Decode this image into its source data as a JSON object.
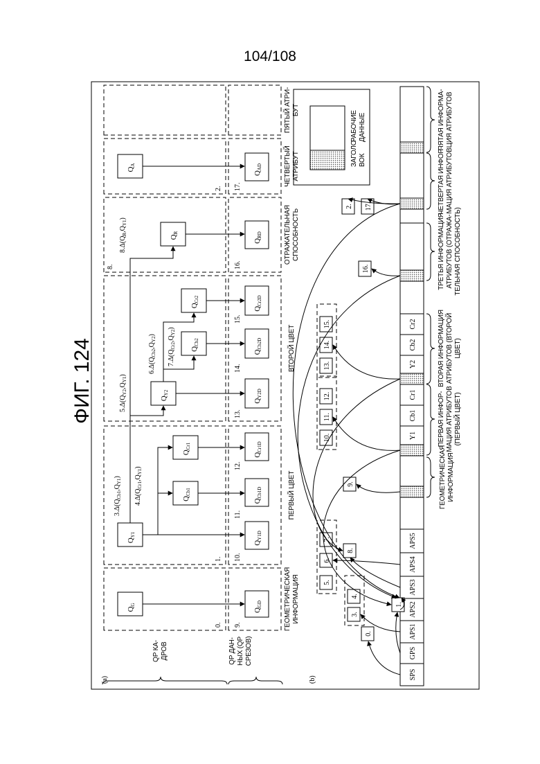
{
  "page_number": "104/108",
  "figure_title": "ФИГ. 124",
  "part_a": {
    "label": "(a)",
    "row_frame_qp": [
      "QP КА-",
      "ДРОВ"
    ],
    "row_data_qp": [
      "QP ДАН-",
      "НЫХ (QP",
      "СРЕЗОВ)"
    ],
    "columns": [
      {
        "id": "geo",
        "label": [
          "ГЕОМЕТРИЧЕСКАЯ",
          "ИНФОРМАЦИЯ"
        ],
        "frame_no": "0.",
        "data_no": "9."
      },
      {
        "id": "color1",
        "label": [
          "ПЕРВЫЙ ЦВЕТ"
        ],
        "frame_no": "1.",
        "data_nos": [
          "10.",
          "11.",
          "12."
        ]
      },
      {
        "id": "color2",
        "label": [
          "ВТОРОЙ ЦВЕТ"
        ],
        "data_nos": [
          "13.",
          "14.",
          "15."
        ]
      },
      {
        "id": "refl",
        "label": [
          "ОТРАЖАТЕЛЬНАЯ",
          "СПОСОБНОСТЬ"
        ],
        "frame_no": "8.",
        "data_no": "16."
      },
      {
        "id": "attr4",
        "label": [
          "ЧЕТВЕРТЫЙ",
          "АТРИБУТ"
        ],
        "frame_no": "2.",
        "data_no": "17."
      },
      {
        "id": "attr5",
        "label": [
          "ПЯТЫЙ АТРИ-",
          "БУТ"
        ]
      }
    ],
    "frame_q": {
      "qg": [
        "Q",
        "G"
      ],
      "qy1": [
        "Q",
        "Y1"
      ],
      "qcb1": [
        "Q",
        "Cb1"
      ],
      "qcr1": [
        "Q",
        "Cr1"
      ],
      "qy2": [
        "Q",
        "Y2"
      ],
      "qcb2": [
        "Q",
        "Cb2"
      ],
      "qcr2": [
        "Q",
        "Cr2"
      ],
      "qr": [
        "Q",
        "R"
      ],
      "qa": [
        "Q",
        "A"
      ]
    },
    "data_q": {
      "qgd": [
        "Q",
        "GD"
      ],
      "qy1d": [
        "Q",
        "Y1D"
      ],
      "qcb1d": [
        "Q",
        "Cb1D"
      ],
      "qcr1d": [
        "Q",
        "Cr1D"
      ],
      "qy2d": [
        "Q",
        "Y2D"
      ],
      "qcb2d": [
        "Q",
        "Cb2D"
      ],
      "qcr2d": [
        "Q",
        "Cr2D"
      ],
      "qrd": [
        "Q",
        "RD"
      ],
      "qad": [
        "Q",
        "AD"
      ]
    },
    "deltas": {
      "d3": "3.Δ(Q",
      "d3_s1": "Cb1",
      "d3_m": ",Q",
      "d3_s2": "Y1",
      "d3_e": ")",
      "d4": "4.Δ(Q",
      "d4_s1": "Cr1",
      "d4_m": ",Q",
      "d4_s2": "Y1",
      "d4_e": ")",
      "d5": "5.Δ(Q",
      "d5_s1": "Y2",
      "d5_m": ",Q",
      "d5_s2": "Y1",
      "d5_e": ")",
      "d6": "6.Δ(Q",
      "d6_s1": "Cb2",
      "d6_m": ",Q",
      "d6_s2": "Y2",
      "d6_e": ")",
      "d7": "7.Δ(Q",
      "d7_s1": "Cr2",
      "d7_m": ",Q",
      "d7_s2": "Y2",
      "d7_e": ")",
      "d8": "8.Δ(Q",
      "d8_s1": "R",
      "d8_m": ",Q",
      "d8_s2": "Y1",
      "d8_e": ")"
    },
    "legend": {
      "header": [
        "ЗАГОЛО-",
        "ВОК"
      ],
      "payload": [
        "РАБОЧИЕ",
        "ДАННЫЕ"
      ]
    }
  },
  "part_b": {
    "label": "(b)",
    "segments": [
      "SPS",
      "GPS",
      "APS1",
      "APS2",
      "APS3",
      "APS4",
      "APS5",
      "Y1",
      "Cb1",
      "Cr1",
      "Y2",
      "Cb2",
      "Cr2"
    ],
    "numbered_boxes": [
      "0.",
      "1.",
      "3.",
      "4.",
      "5.",
      "6.",
      "7.",
      "8.",
      "9.",
      "10.",
      "11.",
      "12.",
      "13.",
      "14.",
      "15.",
      "16.",
      "2.",
      "17."
    ],
    "brace_labels": {
      "geo": [
        "ГЕОМЕТРИЧЕСКАЯ",
        "ИНФОРМАЦИЯ"
      ],
      "attr1": [
        "ПЕРВАЯ ИНФОР-",
        "МАЦИЯ АТРИБУТОВ",
        "(ПЕРВЫЙ ЦВЕТ)"
      ],
      "attr2": [
        "ВТОРАЯ ИНФОРМАЦИЯ",
        "АТРИБУТОВ (ВТОРОЙ",
        "ЦВЕТ)"
      ],
      "attr3": [
        "ТРЕТЬЯ ИНФОРМАЦИЯ",
        "АТРИБУТОВ (ОТРАЖА-",
        "ТЕЛЬНАЯ СПОСОБНОСТЬ)"
      ],
      "attr4": [
        "ЧЕТВЕРТАЯ ИНФОР-",
        "МАЦИЯ АТРИБУТОВ"
      ],
      "attr5": [
        "ПЯТАЯ ИНФОРМА-",
        "ЦИЯ АТРИБУТОВ"
      ]
    }
  }
}
